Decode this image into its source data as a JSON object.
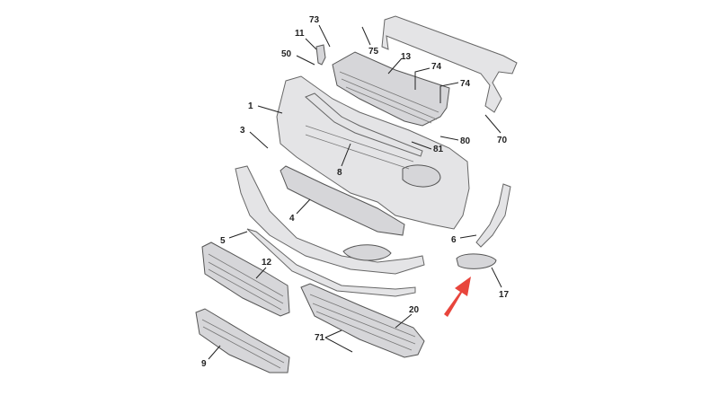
{
  "diagram": {
    "title": "Front bumper exploded parts view",
    "labels": {
      "p73": "73",
      "p11": "11",
      "p75": "75",
      "p50": "50",
      "p13": "13",
      "p74a": "74",
      "p74b": "74",
      "p1": "1",
      "p3": "3",
      "p81": "81",
      "p80": "80",
      "p70": "70",
      "p8": "8",
      "p4": "4",
      "p6": "6",
      "p5": "5",
      "p12": "12",
      "p17": "17",
      "p20": "20",
      "p71": "71",
      "p9": "9"
    },
    "highlight_color": "#e8453c"
  }
}
